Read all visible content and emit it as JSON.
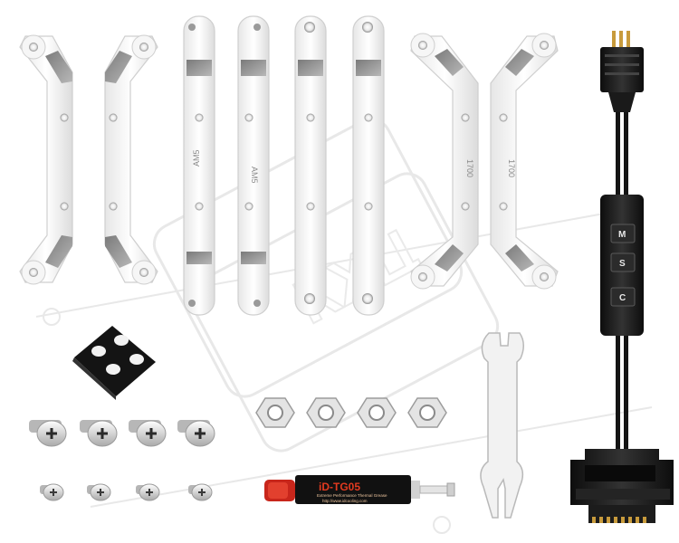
{
  "watermark": {
    "text": "КХЦ",
    "color": "#d4d4d4"
  },
  "brackets": {
    "am5_label": "AM5",
    "intel_label_1": "1700",
    "intel_label_2": "1700"
  },
  "controller": {
    "buttons": [
      "M",
      "S",
      "C"
    ]
  },
  "thermal_paste": {
    "brand": "iD-TG05",
    "subtitle": "Extreme Performance Thermal Grease",
    "url": "http://www.idcooling.com",
    "accent": "#e23a1f"
  },
  "colors": {
    "metal": "#f4f4f4",
    "metal_edge": "#cfcfcf",
    "band": "#8f8f8f",
    "cable": "#1a1a1a"
  },
  "icons": [
    "bracket",
    "screw",
    "nut",
    "wrench",
    "thermal-paste-tube",
    "argb-controller-cable",
    "thermal-pad"
  ]
}
